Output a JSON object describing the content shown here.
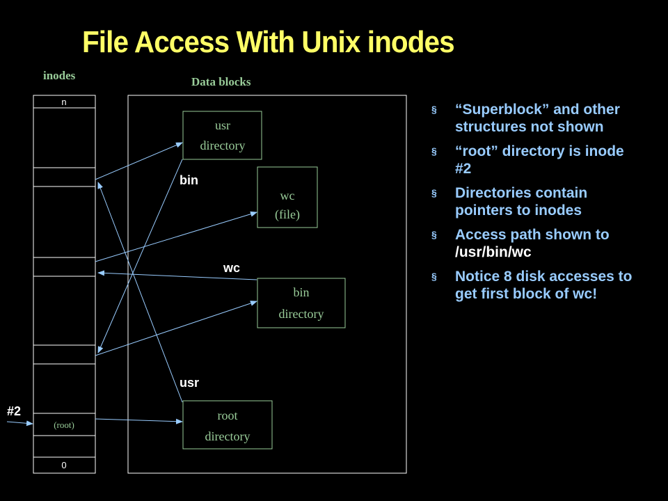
{
  "title": "File Access With Unix inodes",
  "inodes_label": "inodes",
  "data_blocks_label": "Data blocks",
  "inode_column": {
    "top_label": "n",
    "bottom_label": "0",
    "root_label": "(root)",
    "entry_label": "#2"
  },
  "blocks": {
    "usr": [
      "usr",
      "directory"
    ],
    "wc": [
      "wc",
      "(file)"
    ],
    "bin": [
      "bin",
      "directory"
    ],
    "root": [
      "root",
      "directory"
    ]
  },
  "pointer_labels": {
    "bin": "bin",
    "wc": "wc",
    "usr": "usr"
  },
  "bullet_marker": "§",
  "bullets": [
    {
      "text": "“Superblock” and other structures not shown"
    },
    {
      "text": "“root” directory is inode #2"
    },
    {
      "text": "Directories contain pointers to inodes"
    },
    {
      "text": "Access path shown to ",
      "path": "/usr/bin/wc"
    },
    {
      "text": "Notice 8 disk accesses to get first block of wc!"
    }
  ],
  "colors": {
    "title": "#ffff66",
    "box_border": "#99cc99",
    "arrow": "#99ccff",
    "bullet_text": "#99ccff",
    "background": "#000000"
  }
}
